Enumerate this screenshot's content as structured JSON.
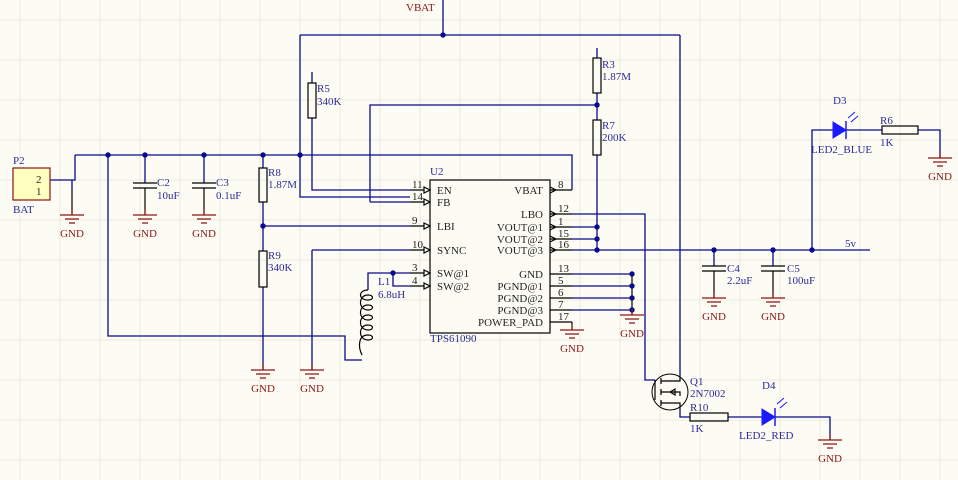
{
  "colors": {
    "wire": "#0a0a8c",
    "ground": "#8b1414",
    "label": "#2b2b9a",
    "background": "#fdfcf4",
    "connector": "#ffffc0",
    "led": "#1a1aff"
  },
  "nets": {
    "vbat": "VBAT",
    "vout": "5v",
    "gnd": "GND"
  },
  "p2": {
    "ref": "P2",
    "value": "BAT",
    "pins": [
      "2",
      "1"
    ]
  },
  "c2": {
    "ref": "C2",
    "value": "10uF"
  },
  "c3": {
    "ref": "C3",
    "value": "0.1uF"
  },
  "c4": {
    "ref": "C4",
    "value": "2.2uF"
  },
  "c5": {
    "ref": "C5",
    "value": "100uF"
  },
  "r3": {
    "ref": "R3",
    "value": "1.87M"
  },
  "r5": {
    "ref": "R5",
    "value": "340K"
  },
  "r6": {
    "ref": "R6",
    "value": "1K"
  },
  "r7": {
    "ref": "R7",
    "value": "200K"
  },
  "r8": {
    "ref": "R8",
    "value": "1.87M"
  },
  "r9": {
    "ref": "R9",
    "value": "340K"
  },
  "r10": {
    "ref": "R10",
    "value": "1K"
  },
  "l1": {
    "ref": "L1",
    "value": "6.8uH"
  },
  "q1": {
    "ref": "Q1",
    "value": "2N7002"
  },
  "d3": {
    "ref": "D3",
    "value": "LED2_BLUE"
  },
  "d4": {
    "ref": "D4",
    "value": "LED2_RED"
  },
  "u2": {
    "ref": "U2",
    "value": "TPS61090",
    "left_pins": [
      {
        "num": "11",
        "name": "EN"
      },
      {
        "num": "14",
        "name": "FB"
      },
      {
        "num": "9",
        "name": "LBI"
      },
      {
        "num": "10",
        "name": "SYNC"
      },
      {
        "num": "3",
        "name": "SW@1"
      },
      {
        "num": "4",
        "name": "SW@2"
      }
    ],
    "right_pins": [
      {
        "num": "8",
        "name": "VBAT"
      },
      {
        "num": "12",
        "name": "LBO"
      },
      {
        "num": "1",
        "name": "VOUT@1"
      },
      {
        "num": "15",
        "name": "VOUT@2"
      },
      {
        "num": "16",
        "name": "VOUT@3"
      },
      {
        "num": "13",
        "name": "GND"
      },
      {
        "num": "5",
        "name": "PGND@1"
      },
      {
        "num": "6",
        "name": "PGND@2"
      },
      {
        "num": "7",
        "name": "PGND@3"
      },
      {
        "num": "17",
        "name": "POWER_PAD"
      }
    ]
  }
}
